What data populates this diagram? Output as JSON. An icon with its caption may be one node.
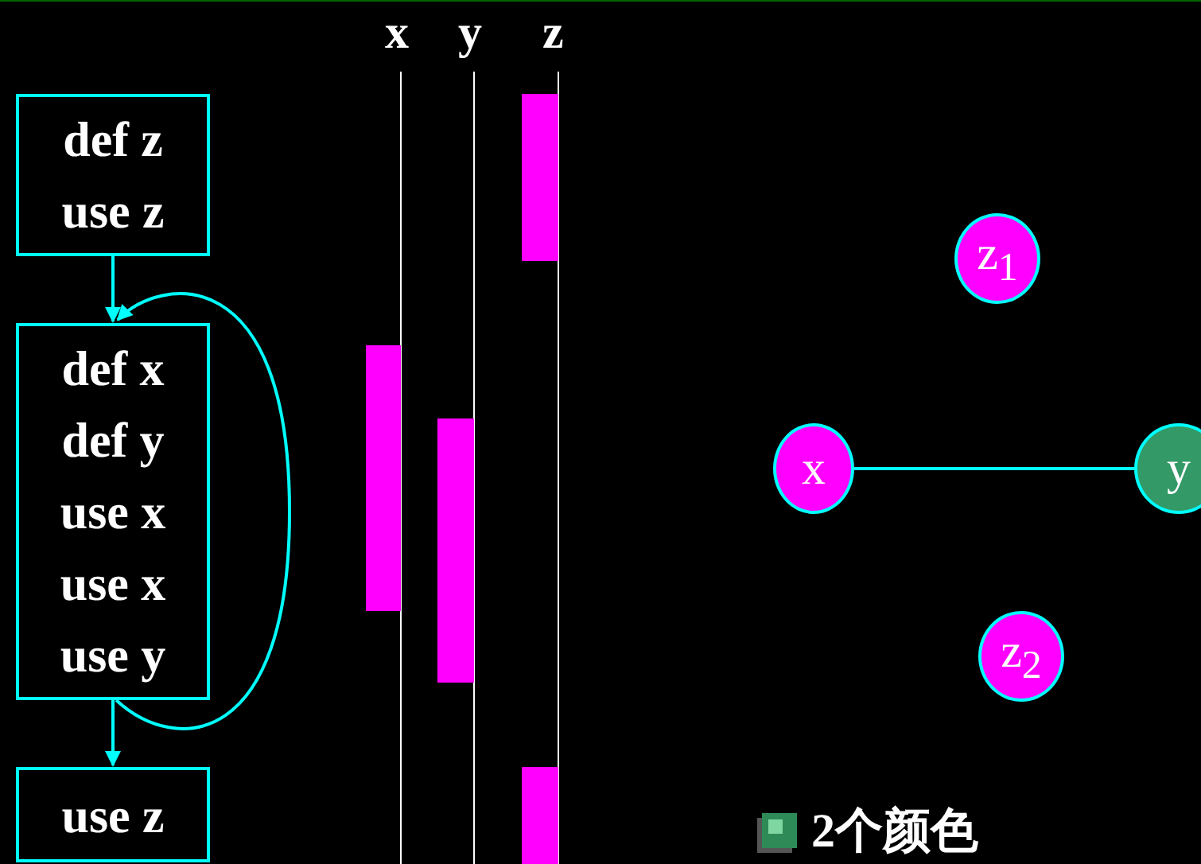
{
  "diagram": {
    "nodes": [
      {
        "text": [
          "def z",
          "use z"
        ]
      },
      {
        "text": [
          "def x",
          "def y",
          "use x",
          "use x",
          "use y"
        ]
      },
      {
        "text": [
          "use z"
        ]
      },
      {
        "text": [
          "z$_{1}$"
        ]
      },
      {
        "text": [
          "x"
        ]
      },
      {
        "text": [
          "y"
        ]
      },
      {
        "text": [
          "z$_{2}$"
        ]
      }
    ],
    "edges": [
      {
        "from": 0,
        "to": 1,
        "arrow": "to"
      },
      {
        "from": 1,
        "to": 1,
        "arrow": "to"
      },
      {
        "from": 1,
        "to": 2,
        "arrow": "to"
      },
      {
        "from": 4,
        "to": 5,
        "arrow": "none"
      }
    ],
    "labels": [
      "x",
      "y",
      "z",
      "2个颜色"
    ]
  }
}
